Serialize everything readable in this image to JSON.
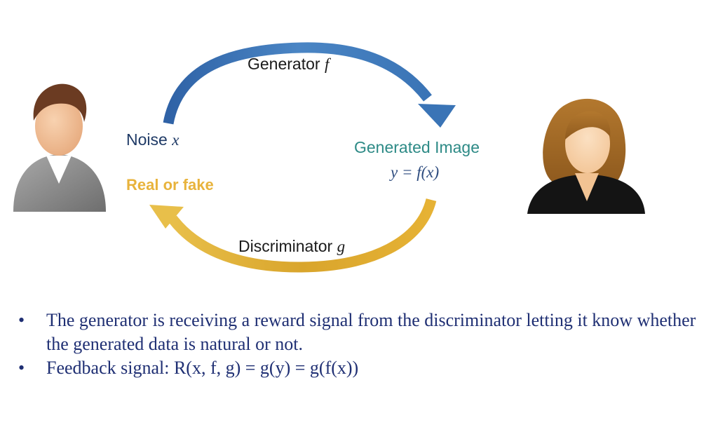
{
  "diagram": {
    "generator_label": "Generator ",
    "generator_symbol": "f",
    "noise_label": "Noise ",
    "noise_symbol": "x",
    "generated_image_label": "Generated Image",
    "generated_image_formula": "y = f(x)",
    "real_or_fake_label": "Real or fake",
    "discriminator_label": "Discriminator ",
    "discriminator_symbol": "g"
  },
  "bullets": [
    "The generator is receiving a reward signal from the discriminator letting it know whether the generated data is natural or not.",
    "Feedback signal: R(x, f, g) = g(y) = g(f(x))"
  ],
  "colors": {
    "generator_arrow": "#3a74b6",
    "discriminator_arrow": "#e2b43a",
    "bullet_text": "#1f2f73"
  },
  "icons": [
    "male-user-icon",
    "female-user-icon"
  ]
}
